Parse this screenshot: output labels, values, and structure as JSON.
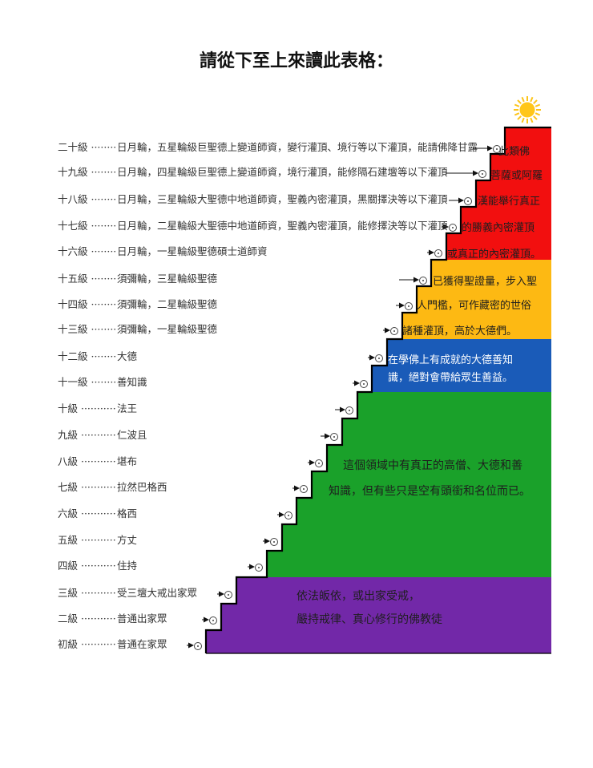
{
  "title": "請從下至上來讀此表格：",
  "levels": [
    {
      "label": "二十級 ········",
      "desc": "日月輪，五星輪級巨聖德上變道師資，變行灌頂、境行等以下灌頂，能請佛降甘露"
    },
    {
      "label": "十九級 ········",
      "desc": "日月輪，四星輪級巨聖德上變道師資，境行灌頂，能修隔石建壇等以下灌頂"
    },
    {
      "label": "十八級 ········",
      "desc": "日月輪，三星輪級大聖德中地道師資，聖義內密灌頂，黑關擇決等以下灌頂"
    },
    {
      "label": "十七級 ········",
      "desc": "日月輪，二星輪級大聖德中地道師資，聖義內密灌頂，能修擇決等以下灌頂"
    },
    {
      "label": "十六級 ········",
      "desc": "日月輪，一星輪級聖德碩士道師資"
    },
    {
      "label": "十五級 ········",
      "desc": "須彌輪，三星輪級聖德"
    },
    {
      "label": "十四級 ········",
      "desc": "須彌輪，二星輪級聖德"
    },
    {
      "label": "十三級 ········",
      "desc": "須彌輪，一星輪級聖德"
    },
    {
      "label": "十二級 ········",
      "desc": "大德"
    },
    {
      "label": "十一級 ········",
      "desc": "善知識"
    },
    {
      "label": "十級 ···········",
      "desc": "法王"
    },
    {
      "label": "九級 ···········",
      "desc": "仁波且"
    },
    {
      "label": "八級 ···········",
      "desc": "堪布"
    },
    {
      "label": "七級 ···········",
      "desc": "拉然巴格西"
    },
    {
      "label": "六級 ···········",
      "desc": "格西"
    },
    {
      "label": "五級 ···········",
      "desc": "方丈"
    },
    {
      "label": "四級 ···········",
      "desc": "住持"
    },
    {
      "label": "三級 ···········",
      "desc": "受三壇大戒出家眾"
    },
    {
      "label": "二級 ···········",
      "desc": "普通出家眾"
    },
    {
      "label": "初級 ···········",
      "desc": "普通在家眾"
    }
  ],
  "blocks": {
    "red": {
      "color": "#f20f0f",
      "lines": [
        "此類佛",
        "菩薩或阿羅",
        "漢能舉行真正",
        "的勝義內密灌頂",
        "或真正的內密灌頂。"
      ]
    },
    "orange": {
      "color": "#fdb913",
      "lines": [
        "已獲得聖證量，步入聖",
        "人門檻，可作藏密的世俗",
        "諸種灌頂，高於大德們。"
      ]
    },
    "blue": {
      "color": "#1a5bb8",
      "lines": [
        "在學佛上有成就的大德善知",
        "識，絕對會帶給眾生善益。"
      ]
    },
    "green": {
      "color": "#1aa12a",
      "lines": [
        "這個領域中有真正的高僧、大德和善",
        "知識，但有些只是空有頭銜和名位而已。"
      ]
    },
    "purple": {
      "color": "#7228a8",
      "lines": [
        "依法皈依，或出家受戒，",
        "嚴持戒律、真心修行的佛教徒"
      ]
    }
  },
  "icons": {
    "sun": "sun-icon",
    "step_marker": "circled-dot-icon",
    "arrow": "arrow-right-icon"
  }
}
